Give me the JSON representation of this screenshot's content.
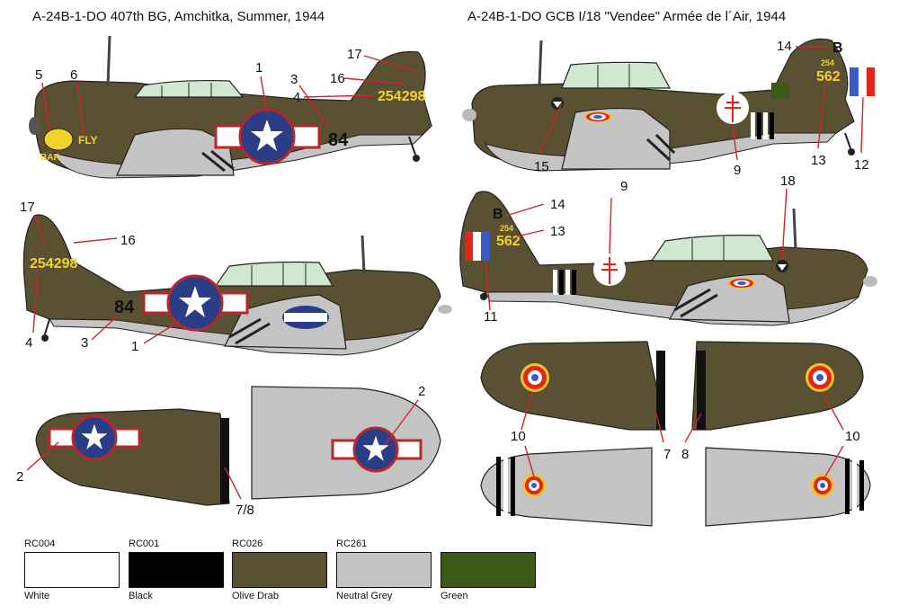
{
  "titles": {
    "left": "A-24B-1-DO 407th BG, Amchitka, Summer, 1944",
    "right": "A-24B-1-DO GCB I/18 \"Vendee\" Armée de l´Air, 1944"
  },
  "markings": {
    "serial_us": "254298",
    "code_us": "84",
    "nose_art_top": "FLY",
    "nose_art_bottom": "BAR",
    "tail_code_fr": "B",
    "serial_fr_small": "254",
    "serial_fr_large": "562"
  },
  "callouts": {
    "c1": "1",
    "c2": "2",
    "c3": "3",
    "c4": "4",
    "c5": "5",
    "c6": "6",
    "c7": "7",
    "c8": "8",
    "c9": "9",
    "c10": "10",
    "c11": "11",
    "c12": "12",
    "c13": "13",
    "c14": "14",
    "c15": "15",
    "c16": "16",
    "c17": "17",
    "c18": "18",
    "c78": "7/8"
  },
  "colors": {
    "olive_drab": "#5a5132",
    "neutral_grey": "#c4c4c4",
    "green": "#3b5a17",
    "us_blue": "#2b3d86",
    "us_red": "#b5282c",
    "fr_blue": "#3a5bc2",
    "fr_red": "#e1251b",
    "fr_yellow": "#f2c22a"
  },
  "swatches": [
    {
      "code": "RC004",
      "name": "White",
      "hex": "#ffffff"
    },
    {
      "code": "RC001",
      "name": "Black",
      "hex": "#000000"
    },
    {
      "code": "RC026",
      "name": "Olive Drab",
      "hex": "#5a5132"
    },
    {
      "code": "RC261",
      "name": "Neutral Grey",
      "hex": "#c4c4c4"
    },
    {
      "code": "",
      "name": "Green",
      "hex": "#3b5a17"
    }
  ]
}
